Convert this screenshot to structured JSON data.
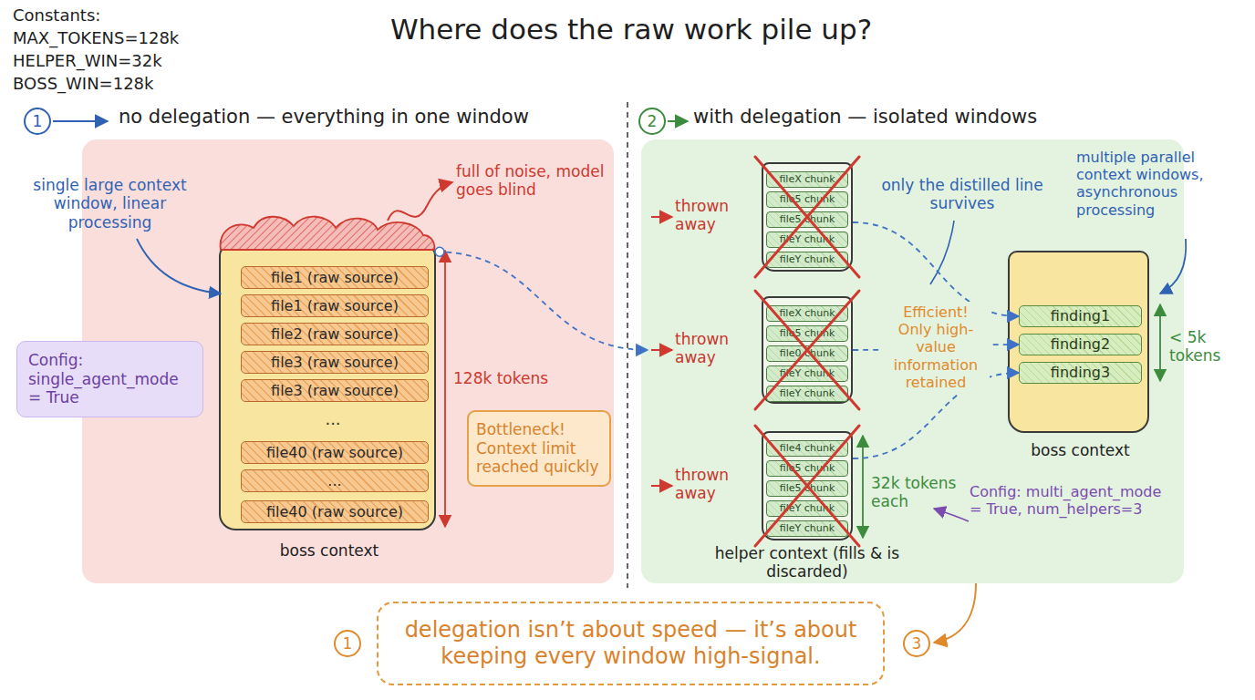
{
  "diagram": {
    "title": "Where does the raw work pile up?",
    "nodes": [
      {
        "text": [
          "no delegation — everything in one window"
        ]
      },
      {
        "text": [
          "Config: single_agent_mode = True"
        ],
        "in": 0
      },
      {
        "text": [
          "boss context"
        ],
        "in": 0
      },
      {
        "text": [
          "file1 (raw source)"
        ],
        "in": 2
      },
      {
        "text": [
          "file1 (raw source)"
        ],
        "in": 2
      },
      {
        "text": [
          "file2 (raw source)"
        ],
        "in": 2
      },
      {
        "text": [
          "file3 (raw source)"
        ],
        "in": 2
      },
      {
        "text": [
          "file3 (raw source)"
        ],
        "in": 2
      },
      {
        "text": [
          "file40 (raw source)"
        ],
        "in": 2
      },
      {
        "text": [
          "..."
        ],
        "in": 2
      },
      {
        "text": [
          "file40 (raw source)"
        ],
        "in": 2
      },
      {
        "text": [
          "Bottleneck! Context limit reached quickly"
        ],
        "in": 0
      },
      {
        "text": [
          "with delegation — isolated windows"
        ]
      },
      {
        "text": [
          "thrown away"
        ],
        "in": 12
      },
      {
        "text": [
          "fileX chunk"
        ],
        "in": 13
      },
      {
        "text": [
          "file5 chunk"
        ],
        "in": 13
      },
      {
        "text": [
          "file5 chunk"
        ],
        "in": 13
      },
      {
        "text": [
          "fileY chunk"
        ],
        "in": 13
      },
      {
        "text": [
          "fileY chunk"
        ],
        "in": 13
      },
      {
        "text": [
          "thrown away"
        ],
        "in": 12
      },
      {
        "text": [
          "fileX chunk"
        ],
        "in": 19
      },
      {
        "text": [
          "file5 chunk"
        ],
        "in": 19
      },
      {
        "text": [
          "file0 chunk"
        ],
        "in": 19
      },
      {
        "text": [
          "fileY chunk"
        ],
        "in": 19
      },
      {
        "text": [
          "fileY chunk"
        ],
        "in": 19
      },
      {
        "text": [
          "thrown away",
          "helper context (fills & is discarded)"
        ],
        "in": 12
      },
      {
        "text": [
          "file4 chunk"
        ],
        "in": 25
      },
      {
        "text": [
          "file5 chunk"
        ],
        "in": 25
      },
      {
        "text": [
          "file5 chunk"
        ],
        "in": 25
      },
      {
        "text": [
          "fileY chunk"
        ],
        "in": 25
      },
      {
        "text": [
          "fileY chunk"
        ],
        "in": 25
      },
      {
        "text": [
          "boss context"
        ],
        "in": 12
      },
      {
        "text": [
          "finding1"
        ],
        "in": 31
      },
      {
        "text": [
          "finding2"
        ],
        "in": 31
      },
      {
        "text": [
          "finding3"
        ],
        "in": 31
      },
      {
        "text": [
          "delegation isn’t about speed — it’s about keeping every window high-signal."
        ]
      }
    ],
    "edges": [
      {
        "from": 2,
        "to": 19,
        "arrow": "to"
      },
      {
        "from": 13,
        "to": 32,
        "arrow": "to"
      },
      {
        "from": 19,
        "to": 33,
        "label": "Efficient! Only high-value information retained",
        "arrow": "to"
      },
      {
        "from": 25,
        "to": 34,
        "arrow": "to"
      }
    ],
    "labels": [
      "Constants:",
      "MAX_TOKENS=128k",
      "HELPER_WIN=32k",
      "BOSS_WIN=128k",
      "1",
      "2",
      "single large context window, linear processing",
      "full of noise, model goes blind",
      "...",
      "128k tokens",
      "only the distilled line survives",
      "multiple parallel context windows, asynchronous processing",
      "< 5k tokens",
      "32k tokens each",
      "Config: multi_agent_mode = True, num_helpers=3",
      "1",
      "3"
    ]
  }
}
